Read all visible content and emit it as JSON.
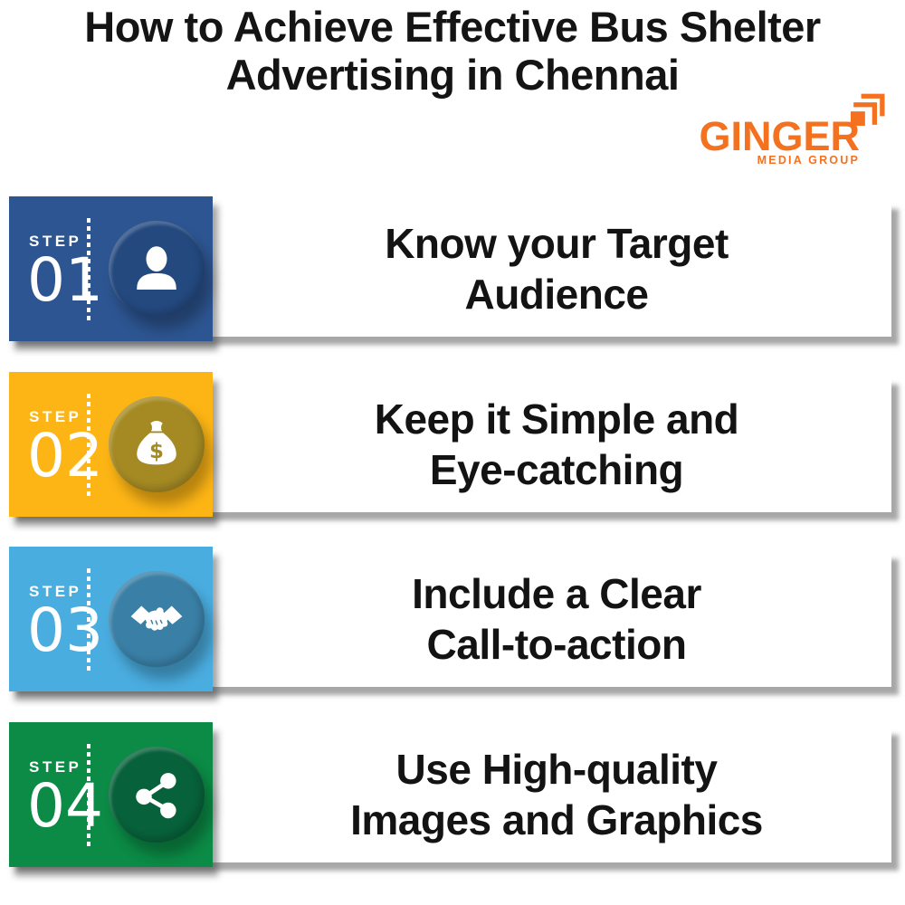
{
  "title": {
    "line1": "How to Achieve Effective Bus Shelter",
    "line2": "Advertising in Chennai"
  },
  "logo": {
    "name": "GINGER",
    "tagline": "MEDIA GROUP",
    "color": "#F4711F",
    "icon": "corner-layers-icon"
  },
  "steps": [
    {
      "label": "STEP",
      "number": "01",
      "title_line1": "Know your Target",
      "title_line2": "Audience",
      "icon": "person-icon",
      "block_color": "#2D5591",
      "circle_color": "#24497F"
    },
    {
      "label": "STEP",
      "number": "02",
      "title_line1": "Keep it Simple and",
      "title_line2": "Eye-catching",
      "icon": "money-bag-icon",
      "block_color": "#FDB515",
      "circle_color": "#A58A23"
    },
    {
      "label": "STEP",
      "number": "03",
      "title_line1": "Include a Clear",
      "title_line2": "Call-to-action",
      "icon": "handshake-icon",
      "block_color": "#4AADE0",
      "circle_color": "#3A7FA6"
    },
    {
      "label": "STEP",
      "number": "04",
      "title_line1": "Use High-quality",
      "title_line2": "Images and Graphics",
      "icon": "share-icon",
      "block_color": "#0B8B45",
      "circle_color": "#07613A"
    }
  ],
  "colors": {
    "title_text": "#141414",
    "step_text": "#131313",
    "bar_background": "#FFFFFF",
    "shadow": "#5F5F5F"
  }
}
